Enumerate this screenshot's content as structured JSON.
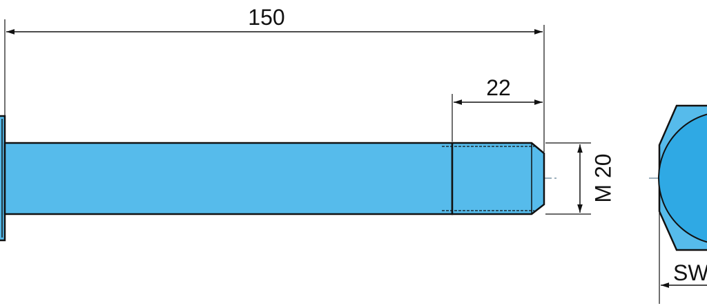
{
  "colors": {
    "bolt_fill": "#56bbeb",
    "bolt_fill_dark": "#2fa9e4",
    "outline": "#111111",
    "centerline": "#5f7f93",
    "background": "#ffffff"
  },
  "dimensions": {
    "overall_length": "150",
    "thread_length": "22",
    "thread_size": "M 20",
    "wrench_size": "SW"
  }
}
